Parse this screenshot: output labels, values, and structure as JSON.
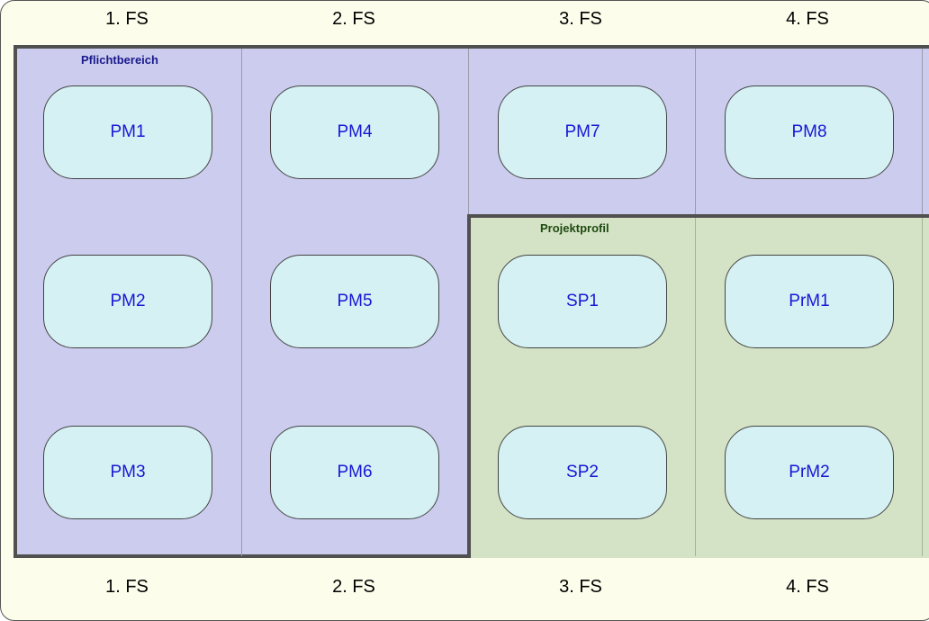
{
  "header": {
    "semesters": [
      "1. FS",
      "2. FS",
      "3. FS",
      "4. FS"
    ]
  },
  "footer": {
    "semesters": [
      "1. FS",
      "2. FS",
      "3. FS",
      "4. FS"
    ]
  },
  "regions": {
    "pflicht": {
      "title": "Pflichtbereich",
      "color": "#cccdee",
      "title_color": "#1a1a8c"
    },
    "projekt": {
      "title": "Projektprofil",
      "color": "#d4e3c5",
      "title_color": "#1f4a12"
    }
  },
  "modules": [
    "PM1",
    "PM4",
    "PM7",
    "PM8",
    "PM2",
    "PM5",
    "SP1",
    "PrM1",
    "PM3",
    "PM6",
    "SP2",
    "PrM2"
  ],
  "colors": {
    "module_fill": "#d5f1f3",
    "module_text": "#1a16d6",
    "border": "#505050",
    "background": "#fdfdec"
  }
}
